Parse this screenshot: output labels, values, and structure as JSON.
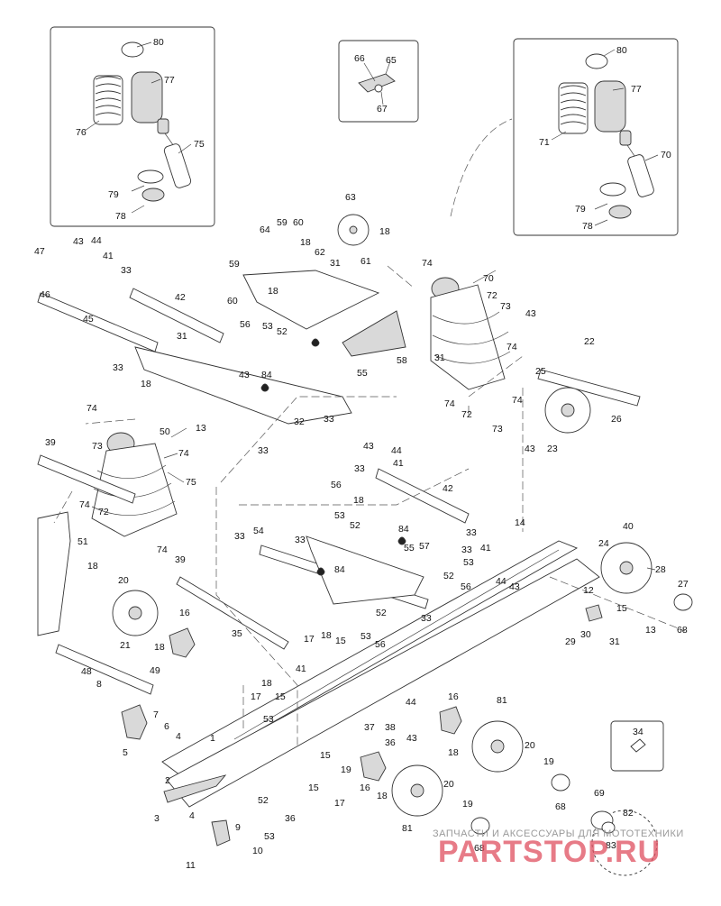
{
  "labels": {
    "n1": "1",
    "n2": "2",
    "n3": "3",
    "n4": "4",
    "n5": "5",
    "n6": "6",
    "n7": "7",
    "n8": "8",
    "n9": "9",
    "n10": "10",
    "n11": "11",
    "n12": "12",
    "n13": "13",
    "n14": "14",
    "n15": "15",
    "n16": "16",
    "n17": "17",
    "n18": "18",
    "n19": "19",
    "n20": "20",
    "n21": "21",
    "n22": "22",
    "n23": "23",
    "n24": "24",
    "n25": "25",
    "n26": "26",
    "n27": "27",
    "n28": "28",
    "n29": "29",
    "n30": "30",
    "n31": "31",
    "n32": "32",
    "n33": "33",
    "n34": "34",
    "n35": "35",
    "n36": "36",
    "n37": "37",
    "n38": "38",
    "n39": "39",
    "n40": "40",
    "n41": "41",
    "n42": "42",
    "n43": "43",
    "n44": "44",
    "n45": "45",
    "n46": "46",
    "n47": "47",
    "n48": "48",
    "n49": "49",
    "n50": "50",
    "n51": "51",
    "n52": "52",
    "n53": "53",
    "n54": "54",
    "n55": "55",
    "n56": "56",
    "n57": "57",
    "n58": "58",
    "n59": "59",
    "n60": "60",
    "n61": "61",
    "n62": "62",
    "n63": "63",
    "n64": "64",
    "n65": "65",
    "n66": "66",
    "n67": "67",
    "n68": "68",
    "n69": "69",
    "n70": "70",
    "n71": "71",
    "n72": "72",
    "n73": "73",
    "n74": "74",
    "n75": "75",
    "n76": "76",
    "n77": "77",
    "n78": "78",
    "n79": "79",
    "n80": "80",
    "n81": "81",
    "n82": "82",
    "n83": "83",
    "n84": "84"
  },
  "watermark": {
    "line1": "ЗАПЧАСТИ И АКСЕССУАРЫ ДЛЯ МОТОТЕХНИКИ",
    "line2": "PARTSTOP.RU"
  }
}
